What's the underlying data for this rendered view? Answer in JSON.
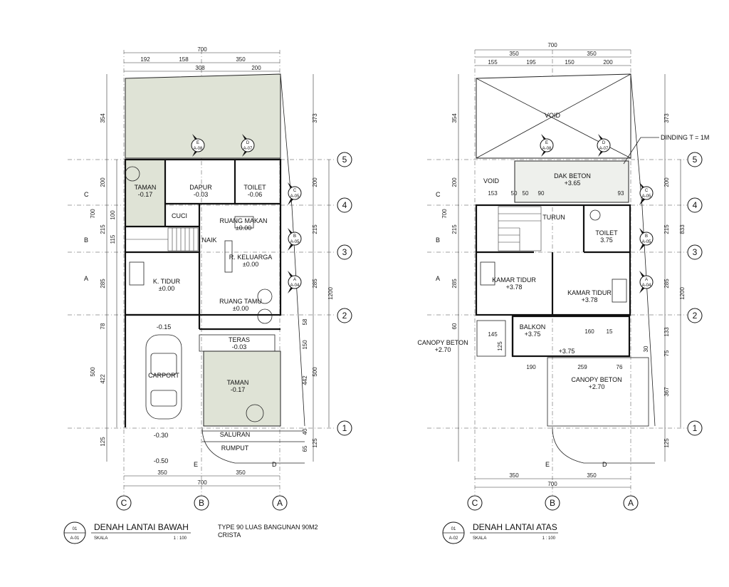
{
  "left_plan": {
    "title": "DENAH LANTAI BAWAH",
    "sheet_num": "01",
    "sheet_ref": "A-01",
    "scale_label": "SKALA",
    "scale_value": "1 : 100",
    "note_line1": "TYPE 90 LUAS BANGUNAN 90M2",
    "note_line2": "CRISTA",
    "top_dims": [
      "700",
      "192",
      "158",
      "350",
      "308",
      "200"
    ],
    "bottom_dims": [
      "350",
      "350",
      "700"
    ],
    "left_dims": [
      "354",
      "200",
      "700",
      "100",
      "215",
      "115",
      "285",
      "78",
      "500",
      "422",
      "125"
    ],
    "right_dims": [
      "373",
      "200",
      "215",
      "1200",
      "285",
      "58",
      "150",
      "500",
      "442",
      "40",
      "125",
      "65"
    ],
    "rooms": [
      {
        "name": "TAMAN",
        "level": "-0.17"
      },
      {
        "name": "DAPUR",
        "level": "-0.03"
      },
      {
        "name": "TOILET",
        "level": "-0.06"
      },
      {
        "name": "CUCI",
        "level": ""
      },
      {
        "name": "RUANG MAKAN",
        "level": "±0.00"
      },
      {
        "name": "NAIK",
        "level": ""
      },
      {
        "name": "R. KELUARGA",
        "level": "±0.00"
      },
      {
        "name": "K. TIDUR",
        "level": "±0.00"
      },
      {
        "name": "RUANG TAMU",
        "level": "±0.00"
      },
      {
        "name": "TERAS",
        "level": "-0.03"
      },
      {
        "name": "CARPORT",
        "level": ""
      },
      {
        "name": "TAMAN",
        "level": "-0.17"
      },
      {
        "name": "SALURAN",
        "level": ""
      },
      {
        "name": "RUMPUT",
        "level": ""
      }
    ],
    "levels": [
      "-0.15",
      "-0.30",
      "-0.50"
    ],
    "axis_letters": [
      "C",
      "B",
      "A"
    ],
    "axis_numbers": [
      "5",
      "4",
      "3",
      "2",
      "1"
    ],
    "section_marks": [
      {
        "letter": "E",
        "ref": "A-08"
      },
      {
        "letter": "D",
        "ref": "A-07"
      },
      {
        "letter": "C",
        "ref": "A-05"
      },
      {
        "letter": "B",
        "ref": "A-05"
      },
      {
        "letter": "A",
        "ref": "A-04"
      }
    ],
    "side_letters": [
      "C",
      "B",
      "A",
      "E",
      "D"
    ]
  },
  "right_plan": {
    "title": "DENAH LANTAI ATAS",
    "sheet_num": "01",
    "sheet_ref": "A-02",
    "scale_label": "SKALA",
    "scale_value": "1 : 100",
    "top_dims": [
      "700",
      "350",
      "350",
      "155",
      "195",
      "150",
      "200"
    ],
    "bottom_dims": [
      "350",
      "350",
      "700"
    ],
    "left_dims": [
      "354",
      "200",
      "700",
      "215",
      "285",
      "60",
      "145",
      "125"
    ],
    "right_dims": [
      "373",
      "200",
      "833",
      "215",
      "1200",
      "285",
      "133",
      "75",
      "367",
      "125",
      "30"
    ],
    "inner_dims": [
      "153",
      "50",
      "50",
      "90",
      "93",
      "160",
      "15",
      "190",
      "259",
      "76"
    ],
    "rooms": [
      {
        "name": "VOID",
        "level": ""
      },
      {
        "name": "VOID",
        "level": ""
      },
      {
        "name": "DAK BETON",
        "level": "+3.65"
      },
      {
        "name": "TURUN",
        "level": ""
      },
      {
        "name": "TOILET",
        "level": "3.75"
      },
      {
        "name": "KAMAR TIDUR",
        "level": "+3.78"
      },
      {
        "name": "KAMAR TIDUR",
        "level": "+3.78"
      },
      {
        "name": "BALKON",
        "level": "+3.75"
      },
      {
        "name": "CANOPY BETON",
        "level": "+2.70"
      },
      {
        "name": "CANOPY BETON",
        "level": "+2.70"
      }
    ],
    "levels": [
      "+3.75"
    ],
    "dinding_note": "DINDING T = 1M",
    "axis_letters": [
      "C",
      "B",
      "A"
    ],
    "axis_numbers": [
      "5",
      "4",
      "3",
      "2",
      "1"
    ],
    "section_marks": [
      {
        "letter": "E",
        "ref": "A-08"
      },
      {
        "letter": "D",
        "ref": "A-07"
      },
      {
        "letter": "C",
        "ref": "A-05"
      },
      {
        "letter": "B",
        "ref": "A-05"
      },
      {
        "letter": "A",
        "ref": "A-04"
      }
    ],
    "side_letters": [
      "C",
      "B",
      "A",
      "E",
      "D"
    ]
  }
}
